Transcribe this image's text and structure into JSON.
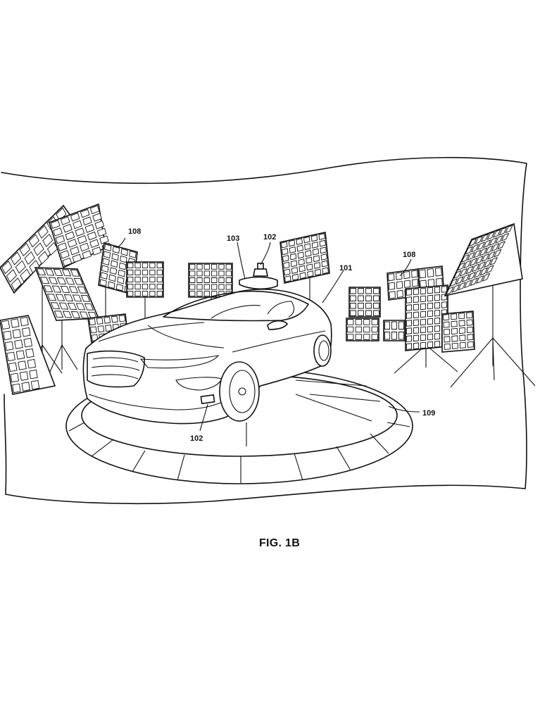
{
  "figure": {
    "caption": "FIG. 1B",
    "reference_numerals": {
      "calibration_targets_left": "108",
      "calibration_targets_right": "108",
      "sensor_mount": "103",
      "sensor_top": "102",
      "sensor_front": "102",
      "vehicle": "101",
      "turntable": "109"
    }
  }
}
